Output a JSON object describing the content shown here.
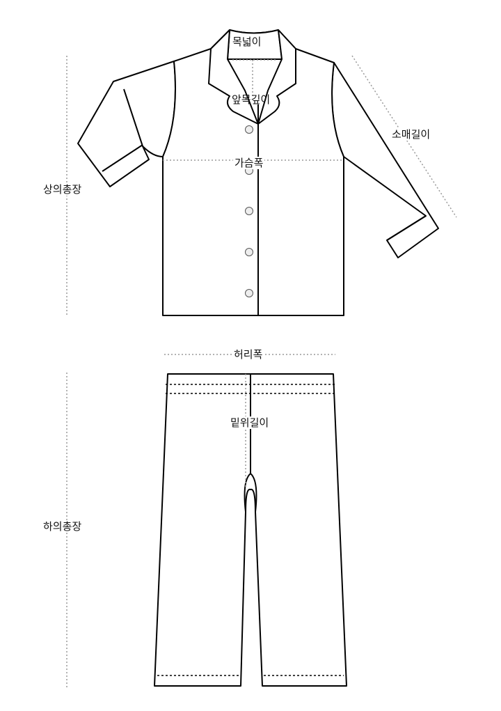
{
  "labels": {
    "neck_width": "목넓이",
    "front_neck_depth": "앞목깊이",
    "sleeve_length": "소매길이",
    "chest_width": "가슴폭",
    "top_length": "상의총장",
    "waist_width": "허리폭",
    "rise": "밑위길이",
    "bottom_length": "하의총장"
  }
}
